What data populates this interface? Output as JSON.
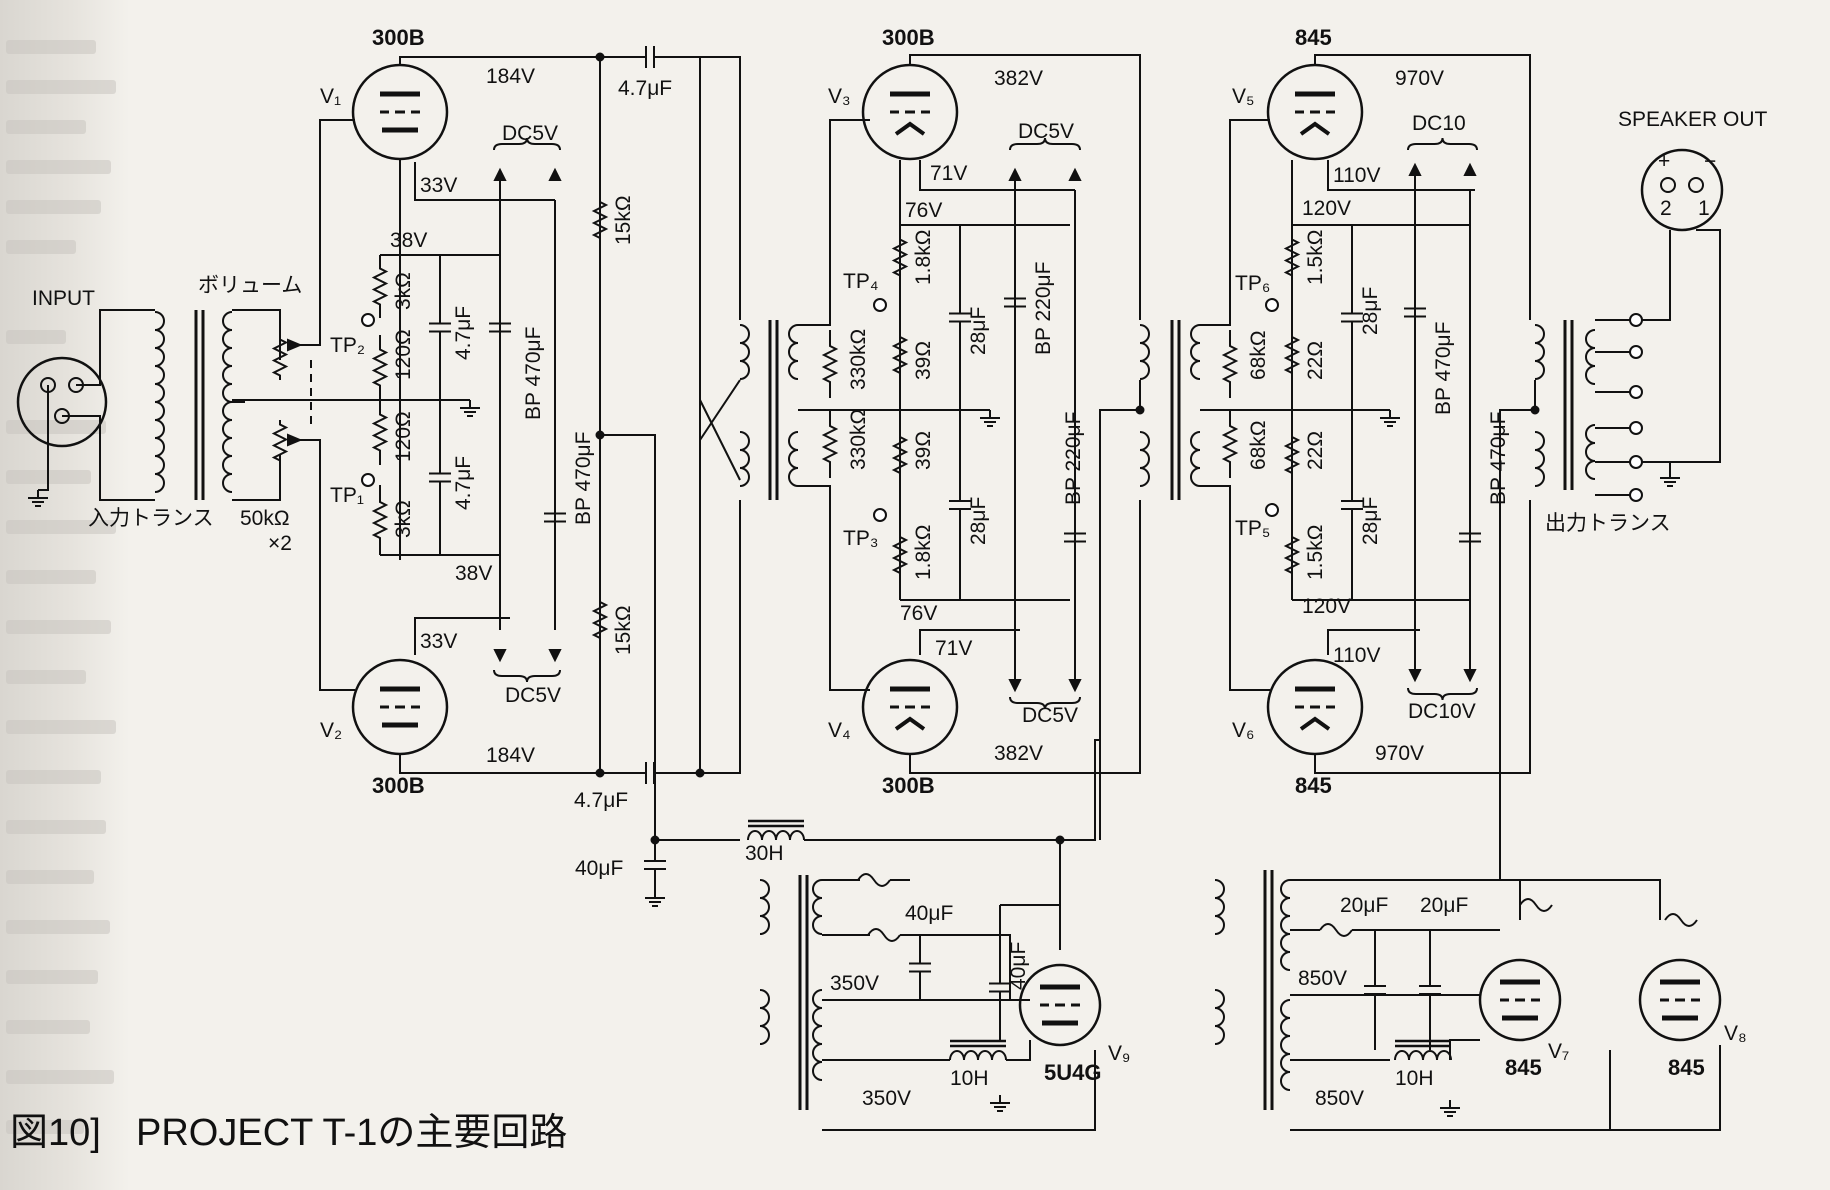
{
  "caption": {
    "fig": "図10]",
    "title": "PROJECT T-1の主要回路"
  },
  "labels": {
    "input": "INPUT",
    "volume": "ボリューム",
    "input_trans": "入力トランス",
    "pot": "50kΩ",
    "pot_x2": "×2",
    "speaker_out": "SPEAKER OUT",
    "output_trans": "出力トランス",
    "plus": "+",
    "minus": "−",
    "pin1": "1",
    "pin2": "2"
  },
  "tubes": {
    "v1": "300B",
    "v2": "300B",
    "v3": "300B",
    "v4": "300B",
    "v5": "845",
    "v6": "845",
    "v7": "845",
    "v8": "845",
    "v9": "5U4G"
  },
  "tube_ids": {
    "v1": "V₁",
    "v2": "V₂",
    "v3": "V₃",
    "v4": "V₄",
    "v5": "V₅",
    "v6": "V₆",
    "v7": "V₇",
    "v8": "V₈",
    "v9": "V₉"
  },
  "stage1": {
    "v184_top": "184V",
    "v184_bot": "184V",
    "v33_top": "33V",
    "v33_bot": "33V",
    "v38_top": "38V",
    "v38_bot": "38V",
    "r3k_top": "3kΩ",
    "r120_top": "120Ω",
    "r120_bot": "120Ω",
    "r3k_bot": "3kΩ",
    "c47_top": "4.7μF",
    "c47_bot": "4.7μF",
    "bp470_a": "BP 470μF",
    "bp470_b": "BP 470μF",
    "dc_top": "DC5V",
    "dc_bot": "DC5V",
    "tp2": "TP₂",
    "tp1": "TP₁",
    "cc_top": "4.7μF",
    "cc_bot": "4.7μF",
    "rg_top": "15kΩ",
    "rg_bot": "15kΩ"
  },
  "stage2": {
    "v382_top": "382V",
    "v382_bot": "382V",
    "v71_top": "71V",
    "v71_bot": "71V",
    "v76_top": "76V",
    "v76_bot": "76V",
    "r330_a": "330kΩ",
    "r330_b": "330kΩ",
    "r18_top": "1.8kΩ",
    "r39_a": "39Ω",
    "r39_b": "39Ω",
    "r18_bot": "1.8kΩ",
    "c28_top": "28μF",
    "c28_bot": "28μF",
    "bp220_a": "BP 220μF",
    "bp220_b": "BP 220μF",
    "dc_top": "DC5V",
    "dc_bot": "DC5V",
    "tp4": "TP₄",
    "tp3": "TP₃"
  },
  "stage3": {
    "v970_top": "970V",
    "v970_bot": "970V",
    "v110_top": "110V",
    "v110_bot": "110V",
    "v120_top": "120V",
    "v120_bot": "120V",
    "r68_a": "68kΩ",
    "r68_b": "68kΩ",
    "r15_top": "1.5kΩ",
    "r22_a": "22Ω",
    "r22_b": "22Ω",
    "r15_bot": "1.5kΩ",
    "c28_top": "28μF",
    "c28_bot": "28μF",
    "bp470_a": "BP 470μF",
    "bp470_b": "BP 470μF",
    "dc_top": "DC10",
    "dc_bot": "DC10V",
    "tp6": "TP₆",
    "tp5": "TP₅"
  },
  "psu": {
    "choke1": "30H",
    "c40_main": "40μF",
    "c40_a": "40μF",
    "c40_b": "40μF",
    "v350_a": "350V",
    "v350_b": "350V",
    "choke2": "10H",
    "c20_a": "20μF",
    "c20_b": "20μF",
    "v850_a": "850V",
    "v850_b": "850V",
    "choke3": "10H"
  }
}
